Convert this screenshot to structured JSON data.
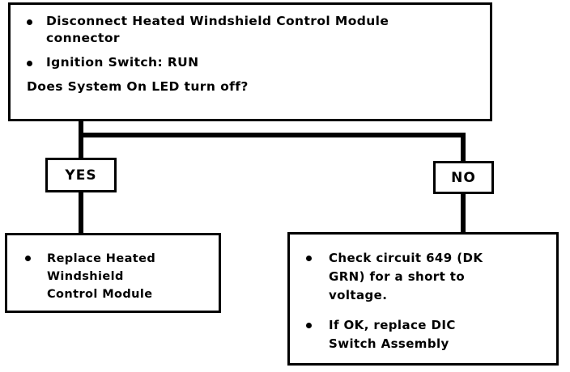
{
  "diagram": {
    "type": "flowchart",
    "title": "Heated Windshield Control Module diagnostic step",
    "line_color": "#000000",
    "background_color": "#ffffff",
    "text_color": "#000000"
  },
  "top_box": {
    "bullets": [
      "Disconnect Heated Windshield Control Module\nconnector",
      "Ignition Switch: RUN"
    ],
    "question": "Does System On LED turn off?"
  },
  "decisions": {
    "yes_label": "YES",
    "no_label": "NO"
  },
  "left_result": {
    "bullets": [
      "Replace Heated\nWindshield\nControl  Module"
    ]
  },
  "right_result": {
    "bullets": [
      "Check circuit 649 (DK\nGRN) for a short to\nvoltage.",
      "If OK, replace DIC\nSwitch Assembly"
    ]
  }
}
